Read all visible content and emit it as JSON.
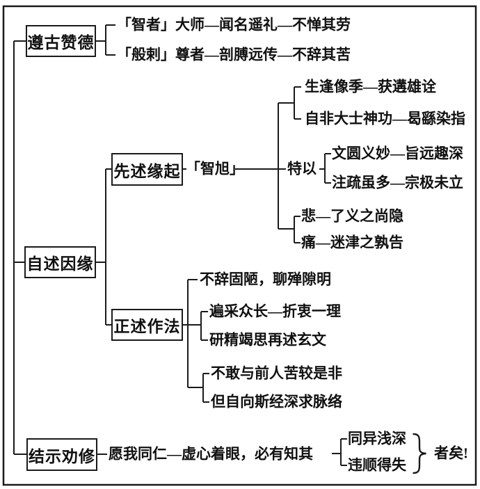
{
  "diagram": {
    "colors": {
      "background": "#ffffff",
      "line": "#1a1a1a",
      "text": "#101010"
    },
    "section1": {
      "box": "遵古赞德",
      "items": [
        "「智者」大师—闻名遥礼—不惮其劳",
        "「般剌」尊者—剖膊远传—不辞其苦"
      ]
    },
    "section2": {
      "box": "自述因缘",
      "sub1": {
        "box": "先述缘起",
        "author": "「智旭」",
        "items": [
          "生逢像季—获遘雄诠",
          "自非大士神功—曷繇染指"
        ],
        "teyi": {
          "label": "特以",
          "items": [
            "文圆义妙—旨远趣深",
            "注疏虽多—宗极未立"
          ]
        },
        "laments": [
          "悲—了义之尚隐",
          "痛—迷津之孰告"
        ]
      },
      "sub2": {
        "box": "正述作法",
        "item1": "不辞固陋，聊殚隙明",
        "pair1": [
          "遍采众长—折衷一理",
          "研精竭思再述玄文"
        ],
        "pair2": [
          "不敢与前人苦较是非",
          "但自向斯经深求脉络"
        ]
      }
    },
    "section3": {
      "box": "结示劝修",
      "lead": "愿我同仁—虚心着眼，必有知其",
      "brace_items": [
        "同异浅深",
        "违顺得失"
      ],
      "suffix": "者矣!"
    }
  }
}
